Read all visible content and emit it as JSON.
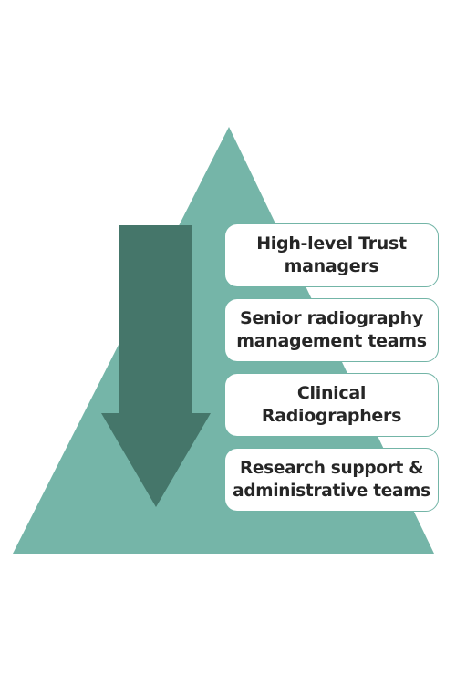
{
  "colors": {
    "triangle": "#75b5a8",
    "arrow": "#45766a",
    "box_border": "#73b5a7",
    "box_fill": "#ffffff",
    "text": "#262626"
  },
  "levels": [
    {
      "line1": "High-level Trust",
      "line2": "managers"
    },
    {
      "line1": "Senior radiography",
      "line2": "management teams"
    },
    {
      "line1": "Clinical",
      "line2": "Radiographers"
    },
    {
      "line1": "Research support &",
      "line2": "administrative teams"
    }
  ]
}
